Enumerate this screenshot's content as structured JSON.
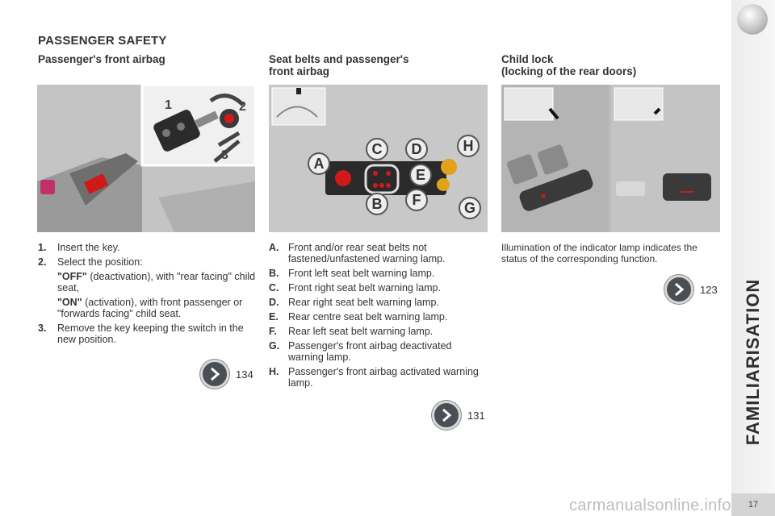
{
  "page_title": "PASSENGER SAFETY",
  "sections": {
    "airbag": {
      "heading": "Passenger's front airbag",
      "items": [
        {
          "num": "1.",
          "text": "Insert the key."
        },
        {
          "num": "2.",
          "text": "Select the position:"
        },
        {
          "num": "3.",
          "text": "Remove the key keeping the switch in the new position."
        }
      ],
      "sub_items": [
        {
          "bold": "\"OFF\"",
          "text": " (deactivation), with \"rear facing\" child seat,"
        },
        {
          "bold": "\"ON\"",
          "text": " (activation), with front passenger or \"forwards facing\" child seat."
        }
      ],
      "callouts": [
        "1",
        "2",
        "3"
      ],
      "page_ref": "134"
    },
    "seatbelts": {
      "heading": "Seat belts and passenger's\nfront airbag",
      "items": [
        {
          "num": "A.",
          "text": "Front and/or rear seat belts not fastened/unfastened warning lamp."
        },
        {
          "num": "B.",
          "text": "Front left seat belt warning lamp."
        },
        {
          "num": "C.",
          "text": "Front right seat belt warning lamp."
        },
        {
          "num": "D.",
          "text": "Rear right seat belt warning lamp."
        },
        {
          "num": "E.",
          "text": "Rear centre seat belt warning lamp."
        },
        {
          "num": "F.",
          "text": "Rear left seat belt warning lamp."
        },
        {
          "num": "G.",
          "text": "Passenger's front airbag deactivated warning lamp."
        },
        {
          "num": "H.",
          "text": "Passenger's front airbag activated warning lamp."
        }
      ],
      "callouts": [
        "A",
        "B",
        "C",
        "D",
        "E",
        "F",
        "G",
        "H"
      ],
      "page_ref": "131"
    },
    "childlock": {
      "heading": "Child lock\n(locking of the rear doors)",
      "text": "Illumination of the indicator lamp indicates the status of the corresponding function.",
      "page_ref": "123"
    }
  },
  "side_tab": {
    "label": "FAMILIARISATION"
  },
  "folio": "17",
  "watermark": "carmanualsonline.info",
  "colors": {
    "photo_bg": "#bdbdbd",
    "warning_red": "#d01a1a",
    "ref_circle": "#4a4f56"
  }
}
